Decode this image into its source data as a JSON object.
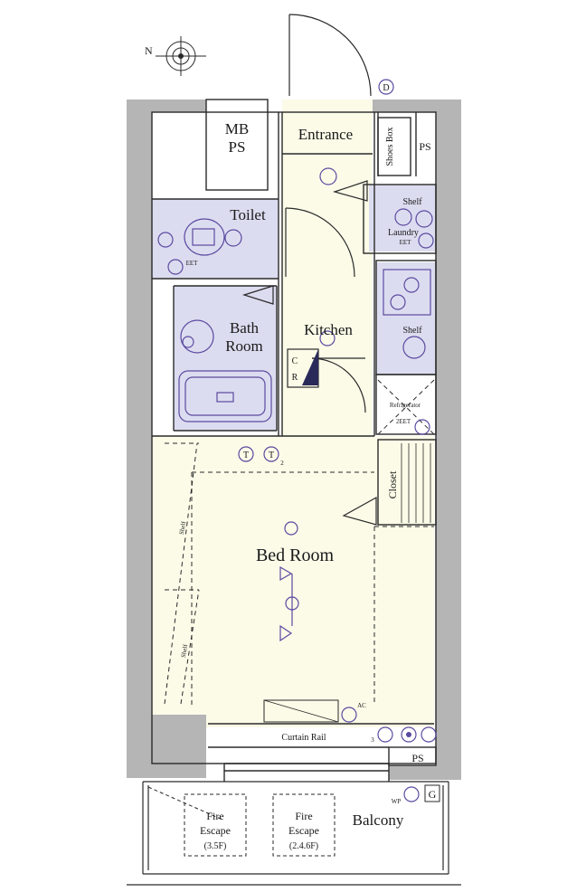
{
  "compass": {
    "north": "N"
  },
  "rooms": {
    "mb_ps_line1": "MB",
    "mb_ps_line2": "PS",
    "entrance": "Entrance",
    "shoes_box": "Shoes Box",
    "ps_top": "PS",
    "toilet": "Toilet",
    "shelf_laundry": "Shelf",
    "laundry": "Laundry",
    "bath_line1": "Bath",
    "bath_line2": "Room",
    "kitchen": "Kitchen",
    "shelf_kitchen": "Shelf",
    "refrigerator": "Refrigerator",
    "closet": "Closet",
    "bedroom": "Bed Room",
    "shelf_left_1": "Shelf",
    "shelf_left_2": "Shelf",
    "curtain_rail": "Curtain Rail",
    "ps_bottom": "PS",
    "balcony": "Balcony",
    "fire_escape_1_line1": "Fire",
    "fire_escape_1_line2": "Escape",
    "fire_escape_1_line3": "(3.5F)",
    "fire_escape_2_line1": "Fire",
    "fire_escape_2_line2": "Escape",
    "fire_escape_2_line3": "(2.4.6F)"
  },
  "symbols": {
    "door_mark": "D",
    "gas_mark": "G",
    "c_mark": "C",
    "r_mark": "R",
    "tel_mark": "T",
    "tv_mark": "T",
    "tv_sub": "2",
    "ac_mark": "AC",
    "wp_mark": "WP",
    "eet_toilet": "EET",
    "eet_laundry": "EET",
    "eet_fridge": "2EET",
    "num_three": "3"
  },
  "colors": {
    "wall": "#b5b5b5",
    "line": "#2a2a2a",
    "wet_fill": "#dcdcf0",
    "floor_fill": "#fbfbe8",
    "symbol": "#5b4aa0"
  }
}
